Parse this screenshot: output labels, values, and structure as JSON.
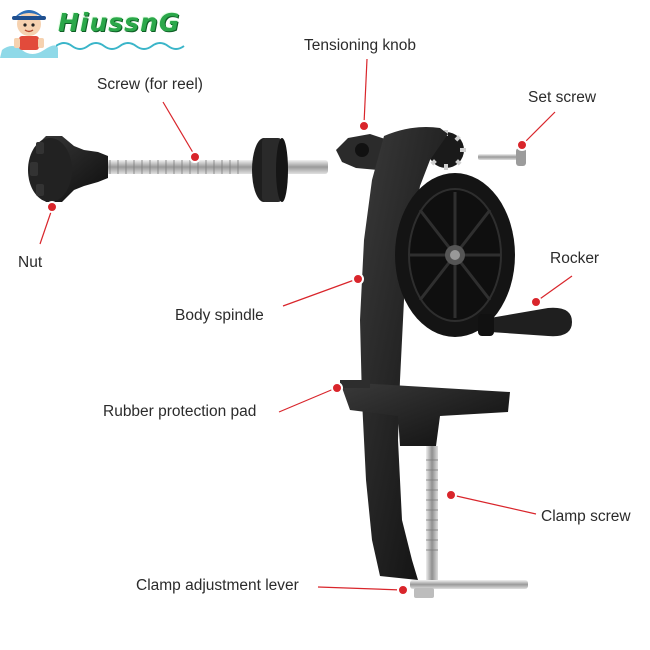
{
  "brand": {
    "name": "HiussnG"
  },
  "labels": {
    "tensioning_knob": "Tensioning knob",
    "screw_for_reel": "Screw (for reel)",
    "set_screw": "Set screw",
    "nut": "Nut",
    "rocker": "Rocker",
    "body_spindle": "Body spindle",
    "rubber_protection_pad": "Rubber protection pad",
    "clamp_screw": "Clamp screw",
    "clamp_adjustment_lever": "Clamp adjustment lever"
  },
  "colors": {
    "leader_line": "#d9252b",
    "marker_fill": "#d9252b",
    "body_black": "#1b1b1b",
    "steel": "#c9c9c9",
    "brand_green": "#2ba84a"
  }
}
